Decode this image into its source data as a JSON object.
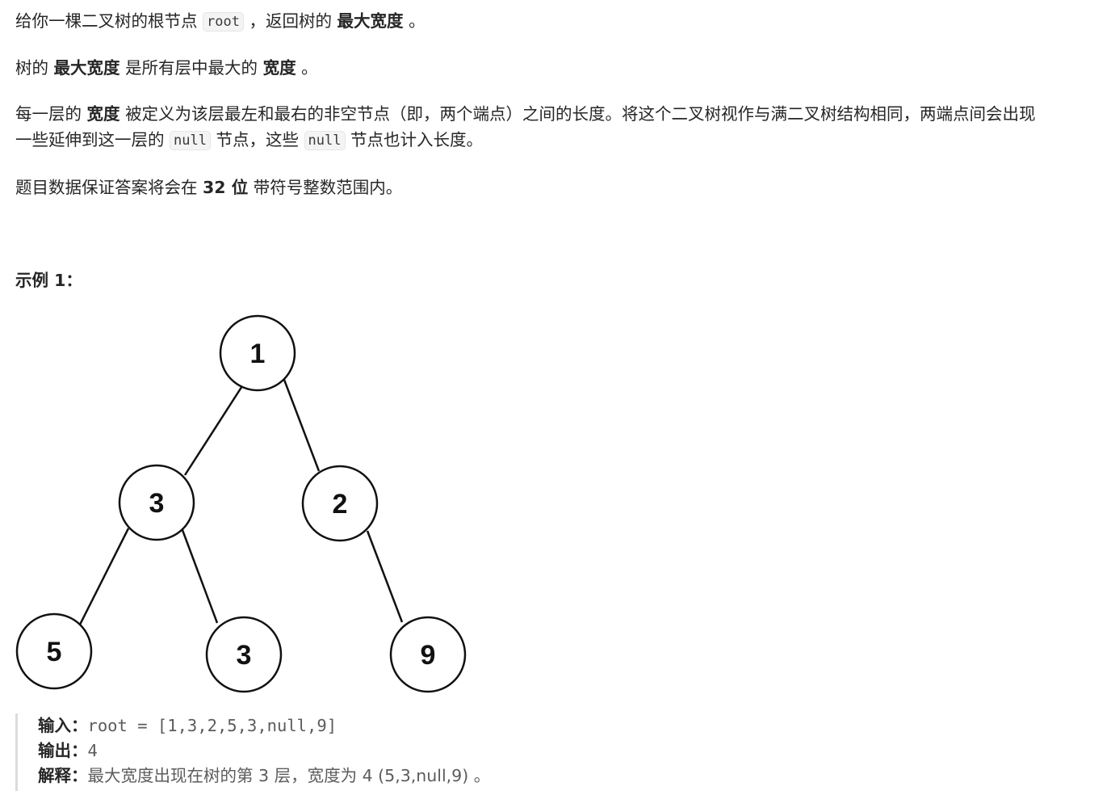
{
  "problem": {
    "p1": {
      "t1": "给你一棵二叉树的根节点",
      "code1": "root",
      "t2": "，返回树的",
      "b1": "最大宽度",
      "t3": "。"
    },
    "p2": {
      "t1": "树的",
      "b1": "最大宽度",
      "t2": "是所有层中最大的",
      "b2": "宽度",
      "t3": "。"
    },
    "p3": {
      "t1": "每一层的",
      "b1": "宽度",
      "t2": "被定义为该层最左和最右的非空节点（即，两个端点）之间的长度。将这个二叉树视作与满二叉树结构相同，两端点间会出现",
      "t3": "一些延伸到这一层的",
      "code1": "null",
      "t4": "节点，这些",
      "code2": "null",
      "t5": "节点也计入长度。"
    },
    "p4": {
      "t1": "题目数据保证答案将会在",
      "b1": "32 位",
      "t2": "带符号整数范围内。"
    }
  },
  "example": {
    "title": "示例 1：",
    "tree": {
      "nodes": [
        {
          "id": "n1",
          "label": "1"
        },
        {
          "id": "n3a",
          "label": "3"
        },
        {
          "id": "n2",
          "label": "2"
        },
        {
          "id": "n5",
          "label": "5"
        },
        {
          "id": "n3b",
          "label": "3"
        },
        {
          "id": "n9",
          "label": "9"
        }
      ]
    },
    "input_label": "输入：",
    "input_value": "root = [1,3,2,5,3,null,9]",
    "output_label": "输出：",
    "output_value": "4",
    "explain_label": "解释：",
    "explain_value": "最大宽度出现在树的第 3 层，宽度为 4 (5,3,null,9) 。"
  }
}
